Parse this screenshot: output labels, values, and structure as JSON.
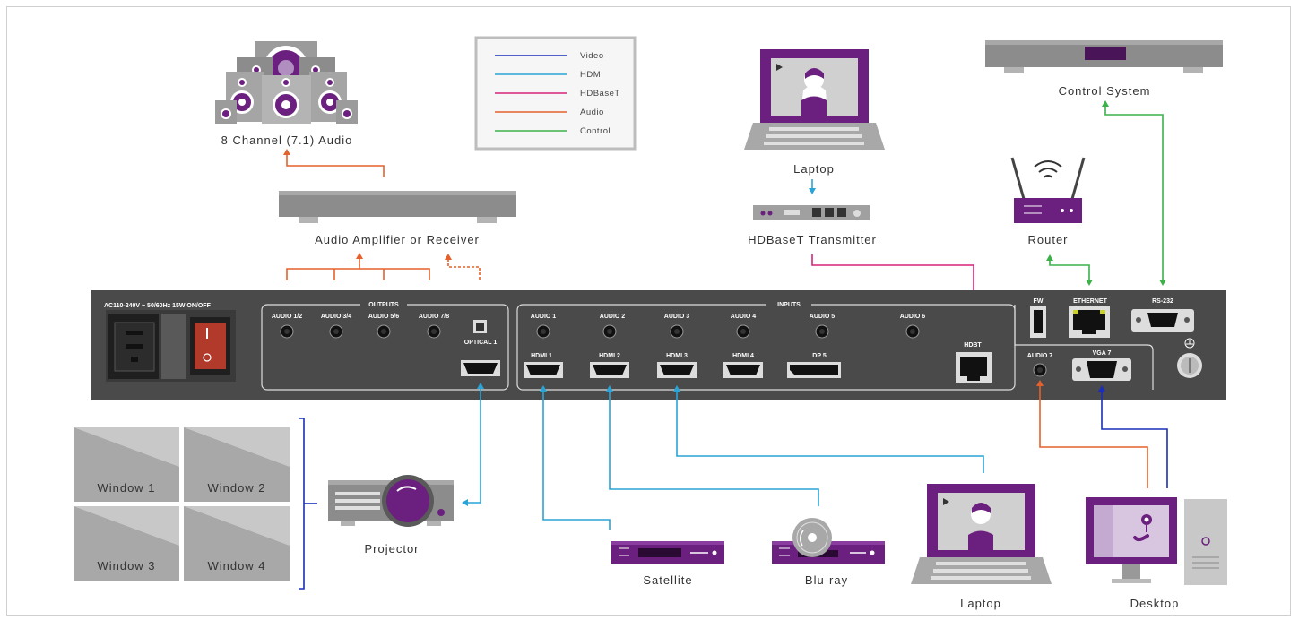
{
  "legend": {
    "items": [
      {
        "label": "Video",
        "color": "#1a2fb8"
      },
      {
        "label": "HDMI",
        "color": "#2aa3d6"
      },
      {
        "label": "HDBaseT",
        "color": "#d6247a"
      },
      {
        "label": "Audio",
        "color": "#e5602b"
      },
      {
        "label": "Control",
        "color": "#3cb14a"
      }
    ]
  },
  "labels": {
    "audio_8ch": "8 Channel (7.1) Audio",
    "amplifier": "Audio Amplifier or Receiver",
    "laptop_top": "Laptop",
    "hdbt_tx": "HDBaseT Transmitter",
    "control_system": "Control System",
    "router": "Router",
    "projector": "Projector",
    "satellite": "Satellite",
    "bluray": "Blu-ray",
    "laptop_bottom": "Laptop",
    "desktop": "Desktop"
  },
  "windows": [
    "Window 1",
    "Window 2",
    "Window 3",
    "Window 4"
  ],
  "panel": {
    "power": "AC110-240V ~ 50/60Hz 15W  ON/OFF",
    "outputs": "OUTPUTS",
    "inputs": "INPUTS",
    "out_audio": [
      "AUDIO 1/2",
      "AUDIO 3/4",
      "AUDIO 5/6",
      "AUDIO 7/8"
    ],
    "optical": "OPTICAL 1",
    "in_audio": [
      "AUDIO 1",
      "AUDIO 2",
      "AUDIO 3",
      "AUDIO 4",
      "AUDIO 5",
      "AUDIO 6"
    ],
    "in_video": [
      "HDMI 1",
      "HDMI 2",
      "HDMI 3",
      "HDMI 4",
      "DP 5"
    ],
    "hdbt": "HDBT",
    "fw": "FW",
    "ethernet": "ETHERNET",
    "rs232": "RS-232",
    "audio7": "AUDIO 7",
    "vga7": "VGA 7"
  },
  "colors": {
    "purple": "#6b1f7e",
    "panel": "#4a4a4a",
    "gray_device": "#8c8c8c"
  }
}
